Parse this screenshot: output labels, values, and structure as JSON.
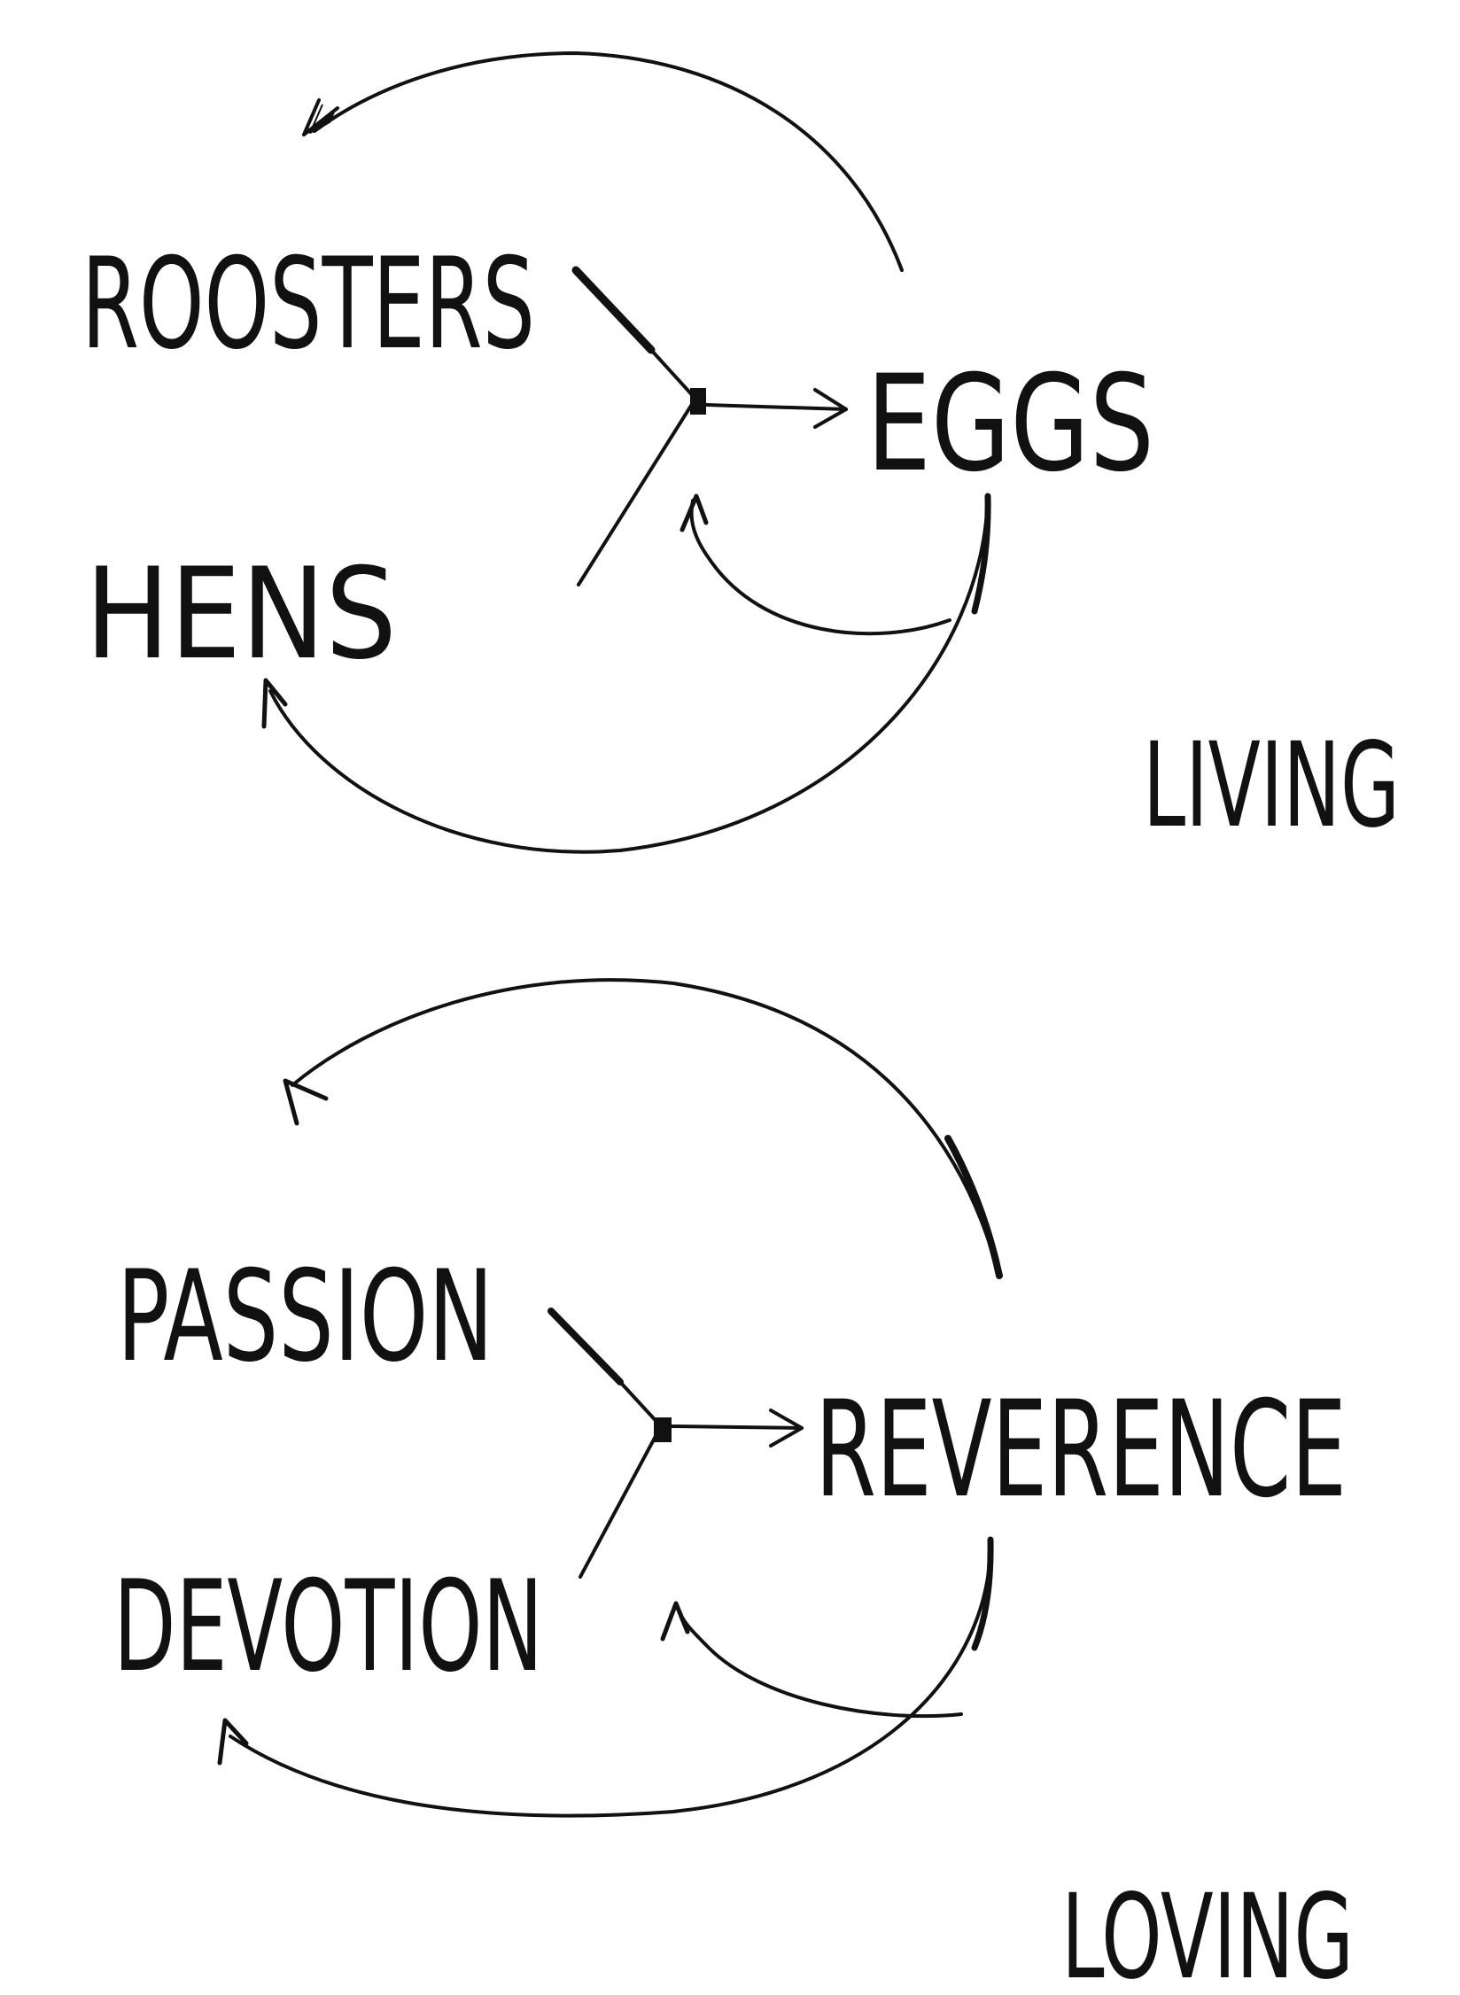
{
  "diagrams": [
    {
      "inputs": [
        "ROOSTERS",
        "HENS"
      ],
      "output": "EGGS",
      "caption": "LIVING"
    },
    {
      "inputs": [
        "PASSION",
        "DEVOTION"
      ],
      "output": "REVERENCE",
      "caption": "LOVING"
    }
  ],
  "colors": {
    "ink": "#111111",
    "paper": "#ffffff"
  }
}
